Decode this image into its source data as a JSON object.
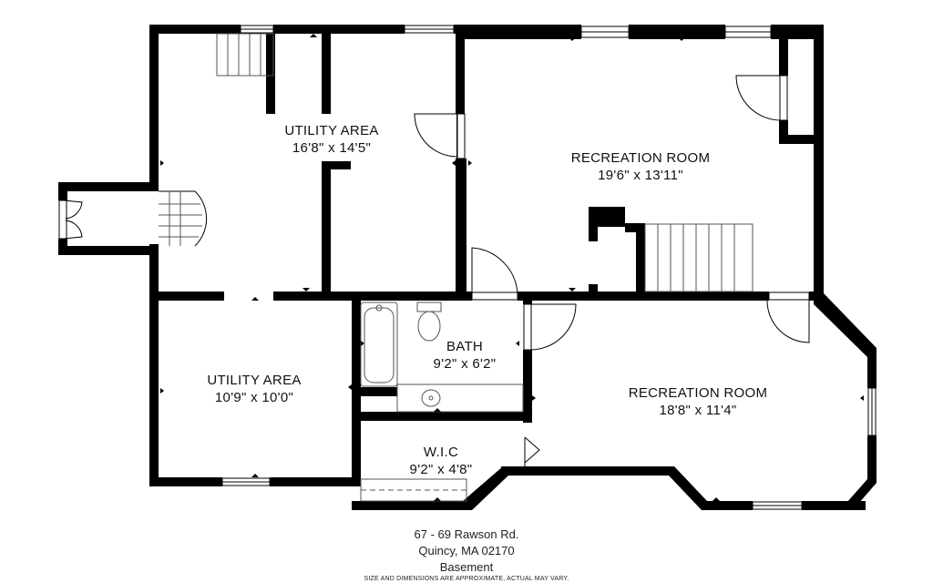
{
  "rooms": [
    {
      "name": "UTILITY AREA",
      "size": "16'8\" x 14'5\""
    },
    {
      "name": "RECREATION ROOM",
      "size": "19'6\" x 13'11\""
    },
    {
      "name": "BATH",
      "size": "9'2\" x 6'2\""
    },
    {
      "name": "UTILITY AREA",
      "size": "10'9\" x 10'0\""
    },
    {
      "name": "RECREATION ROOM",
      "size": "18'8\" x 11'4\""
    },
    {
      "name": "W.I.C",
      "size": "9'2\" x 4'8\""
    }
  ],
  "caption": {
    "address_line1": "67 - 69 Rawson Rd.",
    "address_line2": "Quincy, MA 02170",
    "floor": "Basement",
    "disclaimer": "SIZE AND DIMENSIONS ARE APPROXIMATE, ACTUAL MAY VARY."
  },
  "colors": {
    "wall": "#000000",
    "fixture": "#555555",
    "background": "#ffffff"
  }
}
